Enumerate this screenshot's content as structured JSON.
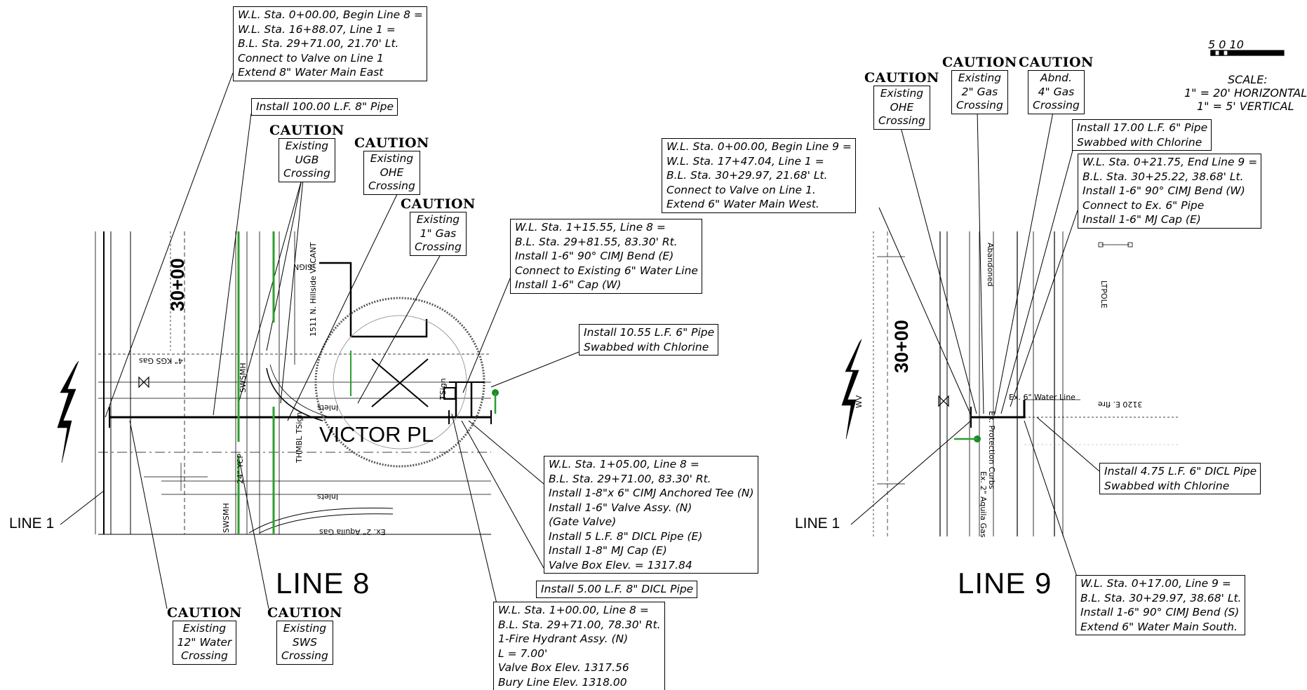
{
  "labels": {
    "line8": "LINE 8",
    "line9": "LINE 9",
    "line1_left": "LINE 1",
    "line1_right": "LINE 1",
    "street": "VICTOR PL",
    "sta_left": "30+00",
    "sta_right": "30+00",
    "scale_title": "SCALE:",
    "scale_h": "1\" = 20' HORIZONTAL",
    "scale_v": "1\" = 5' VERTICAL",
    "scale_bar": "5 0 10",
    "tiny": {
      "sign": "SIGN",
      "hillside": "1511 N. Hillside VACANT",
      "inlets_top": "Inlets",
      "inlets_bottom": "Inlets",
      "ycp": "24\" YCP",
      "swsmh_top": "SWSMH",
      "swsmh_bottom": "SWSMH",
      "kgs_gas": "4\" KGS Gas",
      "aquila_gas": "Ex. 2\" Aquila Gas",
      "tsign": "TSign",
      "thmbl": "THMBL TSign",
      "ltpole": "LTPOLE",
      "ex_water_line": "Ex. 6\" Water Line",
      "address_3120": "3120 E. flre",
      "ex_protection": "Ex. Protection Curbs",
      "aquila_right": "Ex. 2\" Aquila Gas",
      "abandoned": "Abandoned",
      "wvw": "WV"
    }
  },
  "cautions": [
    {
      "id": "ugb",
      "title": "CAUTION",
      "lines": [
        "Existing",
        "UGB",
        "Crossing"
      ]
    },
    {
      "id": "ohe-left",
      "title": "CAUTION",
      "lines": [
        "Existing",
        "OHE",
        "Crossing"
      ]
    },
    {
      "id": "gas1",
      "title": "CAUTION",
      "lines": [
        "Existing",
        "1\" Gas",
        "Crossing"
      ]
    },
    {
      "id": "water12",
      "title": "CAUTION",
      "lines": [
        "Existing",
        "12\" Water",
        "Crossing"
      ]
    },
    {
      "id": "sws",
      "title": "CAUTION",
      "lines": [
        "Existing",
        "SWS",
        "Crossing"
      ]
    },
    {
      "id": "ohe-right",
      "title": "CAUTION",
      "lines": [
        "Existing",
        "OHE",
        "Crossing"
      ]
    },
    {
      "id": "gas2",
      "title": "CAUTION",
      "lines": [
        "Existing",
        "2\" Gas",
        "Crossing"
      ]
    },
    {
      "id": "gas4",
      "title": "CAUTION",
      "lines": [
        "Abnd.",
        "4\" Gas",
        "Crossing"
      ]
    }
  ],
  "notes": [
    {
      "id": "line8-begin",
      "lines": [
        "W.L. Sta. 0+00.00, Begin Line 8 =",
        "W.L. Sta. 16+88.07, Line 1 =",
        "B.L. Sta. 29+71.00, 21.70' Lt.",
        "Connect to Valve on Line 1",
        "Extend 8\" Water Main East"
      ]
    },
    {
      "id": "install-100",
      "lines": [
        "Install 100.00 L.F. 8\" Pipe"
      ]
    },
    {
      "id": "line8-115",
      "lines": [
        "W.L. Sta. 1+15.55, Line 8 =",
        "B.L. Sta. 29+81.55, 83.30' Rt.",
        "Install 1-6\" 90° CIMJ Bend (E)",
        "Connect to Existing 6\" Water Line",
        "Install 1-6\" Cap (W)"
      ]
    },
    {
      "id": "install-1055",
      "lines": [
        "Install 10.55 L.F. 6\" Pipe",
        "Swabbed with Chlorine"
      ]
    },
    {
      "id": "line8-105",
      "lines": [
        "W.L. Sta. 1+05.00, Line 8 =",
        "B.L. Sta. 29+71.00, 83.30' Rt.",
        "Install 1-8\"x 6\" CIMJ Anchored Tee (N)",
        "Install 1-6\" Valve Assy. (N)",
        "(Gate Valve)",
        "Install 5 L.F. 8\" DICL Pipe (E)",
        "Install 1-8\" MJ Cap (E)",
        "Valve Box Elev. = 1317.84"
      ]
    },
    {
      "id": "install-500",
      "lines": [
        "Install 5.00 L.F. 8\" DICL Pipe"
      ]
    },
    {
      "id": "line8-100",
      "lines": [
        "W.L. Sta. 1+00.00, Line 8 =",
        "B.L. Sta. 29+71.00, 78.30' Rt.",
        "1-Fire Hydrant Assy. (N)",
        "L = 7.00'",
        "Valve Box Elev. 1317.56",
        "Bury Line Elev. 1318.00"
      ]
    },
    {
      "id": "line9-begin",
      "lines": [
        "W.L. Sta. 0+00.00, Begin Line 9 =",
        "W.L. Sta. 17+47.04, Line 1 =",
        "B.L. Sta. 30+29.97, 21.68' Lt.",
        "Connect to Valve on Line 1.",
        "Extend 6\" Water Main West."
      ]
    },
    {
      "id": "install-1700",
      "lines": [
        "Install 17.00 L.F. 6\" Pipe",
        "Swabbed with Chlorine"
      ]
    },
    {
      "id": "line9-end",
      "lines": [
        "W.L. Sta. 0+21.75, End Line 9 =",
        "B.L. Sta. 30+25.22, 38.68' Lt.",
        "Install 1-6\" 90° CIMJ Bend (W)",
        "Connect to Ex. 6\" Pipe",
        "Install 1-6\" MJ Cap (E)"
      ]
    },
    {
      "id": "install-475",
      "lines": [
        "Install 4.75 L.F. 6\" DICL Pipe",
        "Swabbed with Chlorine"
      ]
    },
    {
      "id": "line9-017",
      "lines": [
        "W.L. Sta. 0+17.00, Line 9 =",
        "B.L. Sta. 30+29.97, 38.68' Lt.",
        "Install 1-6\" 90° CIMJ Bend (S)",
        "Extend 6\" Water Main South."
      ]
    }
  ]
}
